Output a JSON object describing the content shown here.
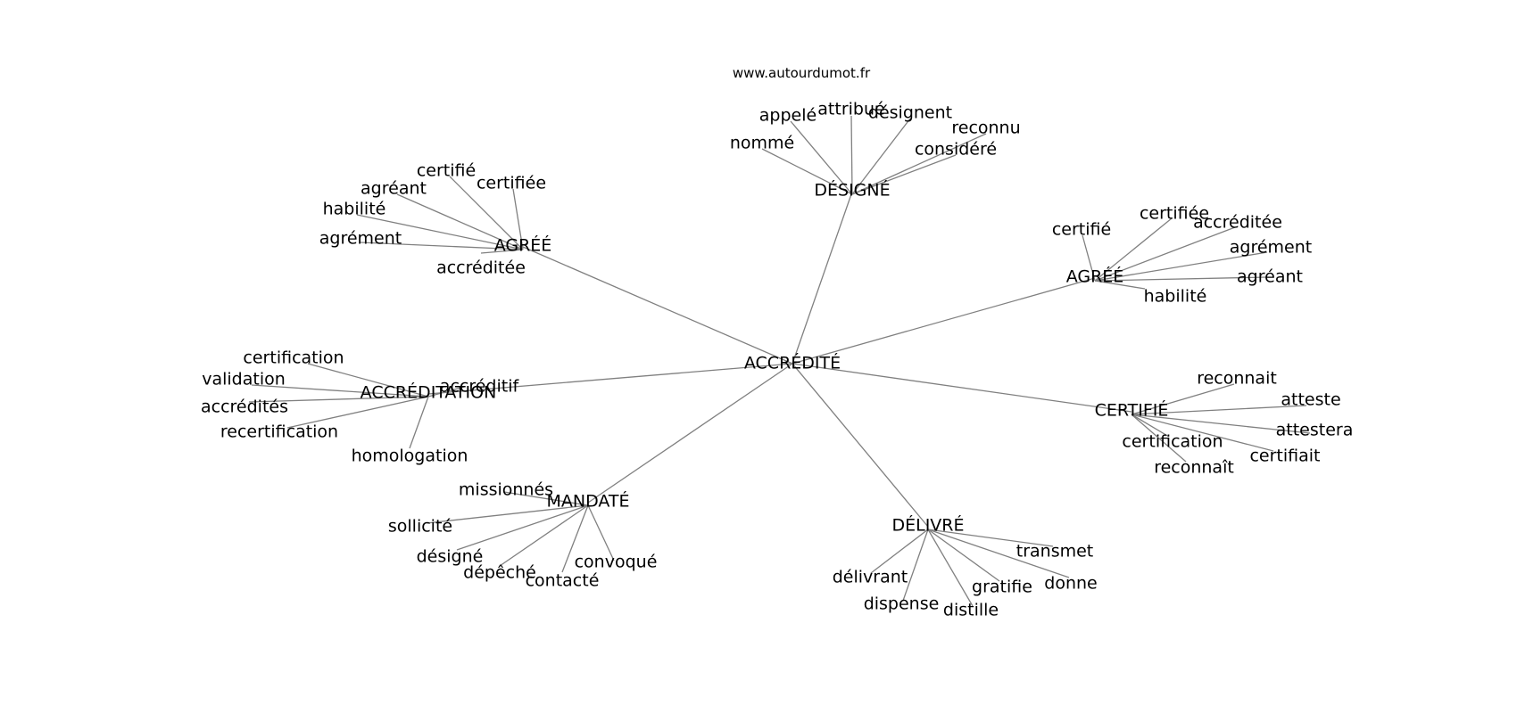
{
  "site_label": "www.autourdumot.fr",
  "center": {
    "label": "ACCRÉDITÉ"
  },
  "clusters": [
    {
      "hub": "DÉSIGNÉ",
      "leaves": [
        "appelé",
        "attribué",
        "désignent",
        "reconnu",
        "nommé",
        "considéré"
      ]
    },
    {
      "hub": "AGRÉÉ",
      "leaves": [
        "certifié",
        "agréant",
        "certifiée",
        "habilité",
        "agrément",
        "accréditée"
      ]
    },
    {
      "hub": "AGRÉÉ",
      "leaves": [
        "certifiée",
        "accréditée",
        "certifié",
        "agrément",
        "agréant",
        "habilité"
      ]
    },
    {
      "hub": "ACCRÉDITATION",
      "leaves": [
        "certification",
        "validation",
        "accréditif",
        "accrédités",
        "recertification",
        "homologation"
      ]
    },
    {
      "hub": "CERTIFIÉ",
      "leaves": [
        "reconnait",
        "atteste",
        "attestera",
        "certification",
        "certifiait",
        "reconnaît"
      ]
    },
    {
      "hub": "MANDATÉ",
      "leaves": [
        "missionnés",
        "sollicité",
        "désigné",
        "dépêché",
        "contacté",
        "convoqué"
      ]
    },
    {
      "hub": "DÉLIVRÉ",
      "leaves": [
        "transmet",
        "délivrant",
        "gratifie",
        "donne",
        "dispense",
        "distille"
      ]
    }
  ],
  "colors": {
    "edge": "#808080",
    "text": "#000000",
    "background": "#ffffff"
  }
}
